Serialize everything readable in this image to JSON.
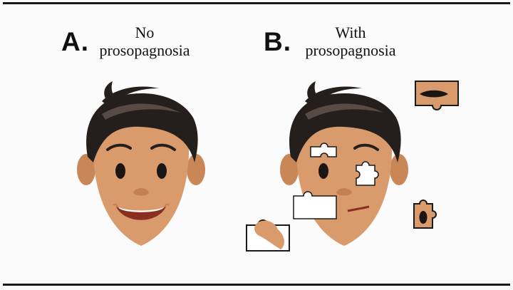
{
  "panels": [
    {
      "letter": "A.",
      "caption_line1": "No",
      "caption_line2": "prosopagnosia"
    },
    {
      "letter": "B.",
      "caption_line1": "With",
      "caption_line2": "prosopagnosia"
    }
  ],
  "colors": {
    "skin": "#d99a6c",
    "skin_shadow": "#c47f52",
    "hair": "#241f1d",
    "hair_highlight": "#5a4a44",
    "frame_line": "#1a1a1a",
    "missing_piece": "#ffffff"
  }
}
